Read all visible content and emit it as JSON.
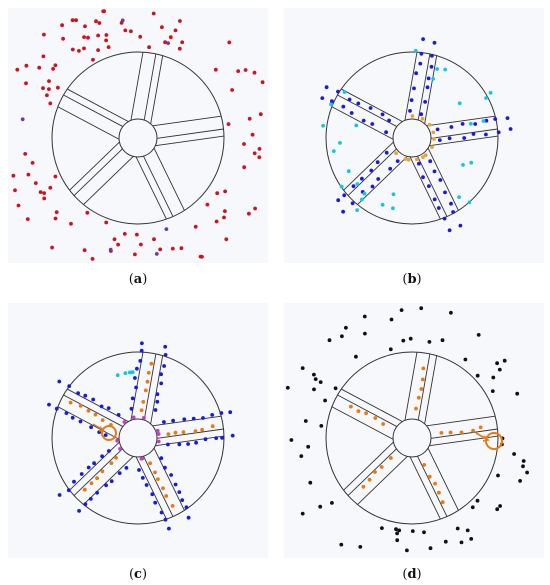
{
  "panels": [
    {
      "id": "a",
      "caption": {
        "open": "(",
        "letter": "a",
        "close": ")"
      },
      "point_colors": [
        "#d0121b",
        "#6a3aa0"
      ]
    },
    {
      "id": "b",
      "caption": {
        "open": "(",
        "letter": "b",
        "close": ")"
      },
      "point_colors": [
        "#1a1adf",
        "#13c6e6",
        "#e8a43b"
      ]
    },
    {
      "id": "c",
      "caption": {
        "open": "(",
        "letter": "c",
        "close": ")"
      },
      "point_colors": [
        "#1a1adf",
        "#e87a10",
        "#c040c0",
        "#13c6e6"
      ],
      "marker": "orange-circled-point"
    },
    {
      "id": "d",
      "caption": {
        "open": "(",
        "letter": "d",
        "close": ")"
      },
      "point_colors": [
        "#111111",
        "#e87a10"
      ],
      "marker": "orange-circled-point"
    }
  ],
  "colors": {
    "panel_background": "#f7f8fc",
    "outline": "#333333",
    "marker": "#e87a10"
  }
}
